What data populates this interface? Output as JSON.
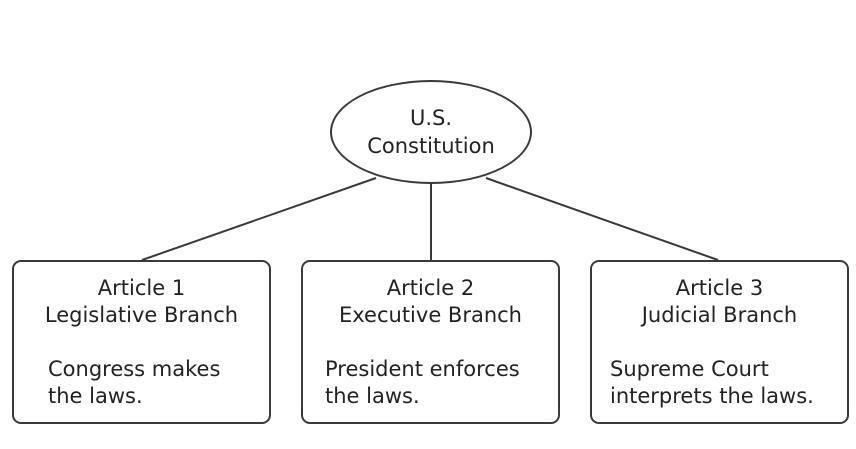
{
  "root": {
    "line1": "U.S.",
    "line2": "Constitution"
  },
  "branches": [
    {
      "article": "Article 1",
      "name": "Legislative Branch",
      "desc_line1": "Congress makes",
      "desc_line2": "the laws."
    },
    {
      "article": "Article 2",
      "name": "Executive Branch",
      "desc_line1": "President enforces",
      "desc_line2": "the laws."
    },
    {
      "article": "Article 3",
      "name": "Judicial Branch",
      "desc_line1": "Supreme Court",
      "desc_line2": "interprets the laws."
    }
  ],
  "colors": {
    "stroke": "#3a3a3a",
    "text": "#222222",
    "background": "#ffffff"
  }
}
